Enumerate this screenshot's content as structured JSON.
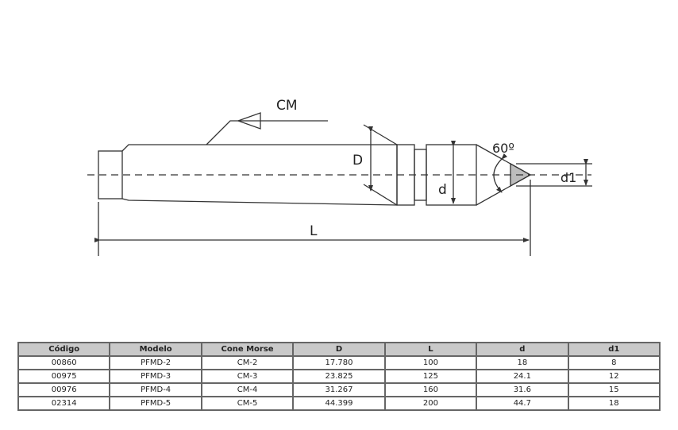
{
  "drawing": {
    "labels": {
      "cm": "CM",
      "D": "D",
      "d": "d",
      "angle": "60º",
      "d1": "d1",
      "L": "L"
    },
    "colors": {
      "line": "#333333",
      "tip": "#bdbdbd"
    }
  },
  "table": {
    "headers": [
      "Código",
      "Modelo",
      "Cone Morse",
      "D",
      "L",
      "d",
      "d1"
    ],
    "rows": [
      [
        "00860",
        "PFMD-2",
        "CM-2",
        "17.780",
        "100",
        "18",
        "8"
      ],
      [
        "00975",
        "PFMD-3",
        "CM-3",
        "23.825",
        "125",
        "24.1",
        "12"
      ],
      [
        "00976",
        "PFMD-4",
        "CM-4",
        "31.267",
        "160",
        "31.6",
        "15"
      ],
      [
        "02314",
        "PFMD-5",
        "CM-5",
        "44.399",
        "200",
        "44.7",
        "18"
      ]
    ]
  }
}
